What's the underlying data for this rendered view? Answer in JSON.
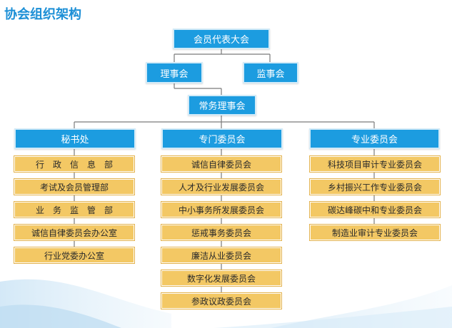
{
  "title": "协会组织架构",
  "top": {
    "assembly": "会员代表大会",
    "council": "理事会",
    "supervisors": "监事会",
    "standing": "常务理事会"
  },
  "columns": [
    {
      "header": "秘书处",
      "items": [
        "行　政　信　息　部",
        "考试及会员管理部",
        "业　务　监　管　部",
        "诚信自律委员会办公室",
        "行业党委办公室"
      ]
    },
    {
      "header": "专门委员会",
      "items": [
        "诚信自律委员会",
        "人才及行业发展委员会",
        "中小事务所发展委员会",
        "惩戒事务委员会",
        "廉洁从业委员会",
        "数字化发展委员会",
        "参政议政委员会"
      ]
    },
    {
      "header": "专业委员会",
      "items": [
        "科技项目审计专业委员会",
        "乡村振兴工作专业委员会",
        "碳达峰碳中和专业委员会",
        "制造业审计专业委员会"
      ]
    }
  ],
  "colors": {
    "title": "#1c8fd6",
    "blue_box": "#1c9ce0",
    "gold_box": "#f3c864",
    "line": "#7a7a7a"
  }
}
